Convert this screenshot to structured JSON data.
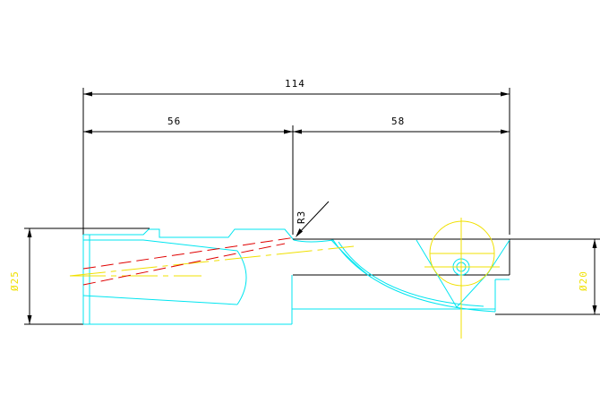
{
  "drawing": {
    "colors": {
      "dimension": "#000000",
      "outline": "#00e5f0",
      "centerline": "#f0e000",
      "hidden": "#e00000"
    },
    "dimensions": {
      "overall_length": "114",
      "left_length": "56",
      "right_length": "58",
      "radius": "R3",
      "left_diameter": "Ø25",
      "right_diameter": "Ø20"
    }
  }
}
